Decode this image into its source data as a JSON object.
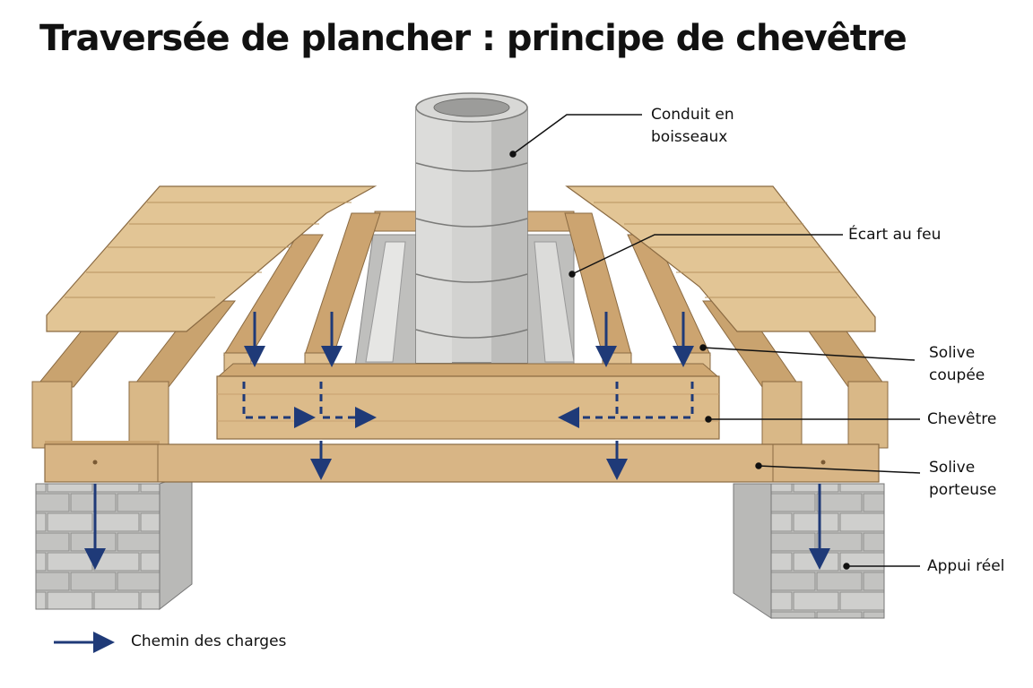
{
  "title": "Traversée de plancher : principe de chevêtre",
  "labels": {
    "conduit": [
      "Conduit en",
      "boisseaux"
    ],
    "ecart": [
      "Écart au feu"
    ],
    "solive_coupee": [
      "Solive",
      "coupée"
    ],
    "chevetre": [
      "Chevêtre"
    ],
    "solive_porteuse": [
      "Solive",
      "porteuse"
    ],
    "appui": [
      "Appui réel"
    ]
  },
  "legend": {
    "label": "Chemin des charges"
  },
  "colors": {
    "wood": "#d8b585",
    "wood_dark": "#b38d5c",
    "wood_light": "#e8cfa3",
    "concrete": "#d4d4d2",
    "arrow": "#1f3a78",
    "block": "#c6c6c4"
  }
}
